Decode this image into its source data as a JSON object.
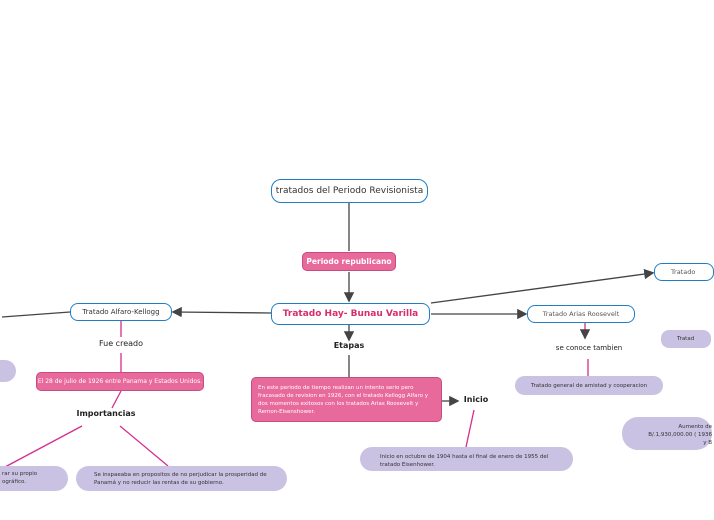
{
  "nodes": {
    "root": "tratados del Periodo Revisionista",
    "periodo": "Periodo republicano",
    "center": "Tratado Hay- Bunau Varilla",
    "alfaro": "Tratado Alfaro-Kellogg",
    "fue_creado": "Fue creado",
    "fecha": "El 28 de julio de 1926 entre Panama y Estados Unidos.",
    "importancias": "Importancias",
    "imp_left": "rar su propio ográfico.",
    "imp_right": "Se inspaeaba en propositos de no perjudicar la prosperidad de Panamá y no reducir las rentas de su gobierno.",
    "etapas": "Etapas",
    "etapas_desc": "En este periodo de tiempo realizan un intento serio pero fracasado de revision en 1926, con el tratado Kellogg Alfaro y dos momentos exitosos con los tratados Arias Roosevelt y Remon-Eisenshower.",
    "inicio": "Inicio",
    "inicio_desc": "Inicio en octubre de 1904 hasta el final de enero de 1955 del tratado Eisenhower.",
    "arias": "Tratado Arias Roosevelt",
    "se_conoce": "se conoce tambien",
    "general": "Tratado general de amistad y cooperacion",
    "tratado_right": "Tratado",
    "tratado_small": "Tratad",
    "aumento": "Aumento de B/.1,930,000.00 ( 1936 y B"
  },
  "colors": {
    "outline": "#1f7ec4",
    "pink": "#e8699b",
    "lavender": "#c9c2e2",
    "connector_pink": "#d62d8e",
    "connector_dark": "#444444"
  }
}
